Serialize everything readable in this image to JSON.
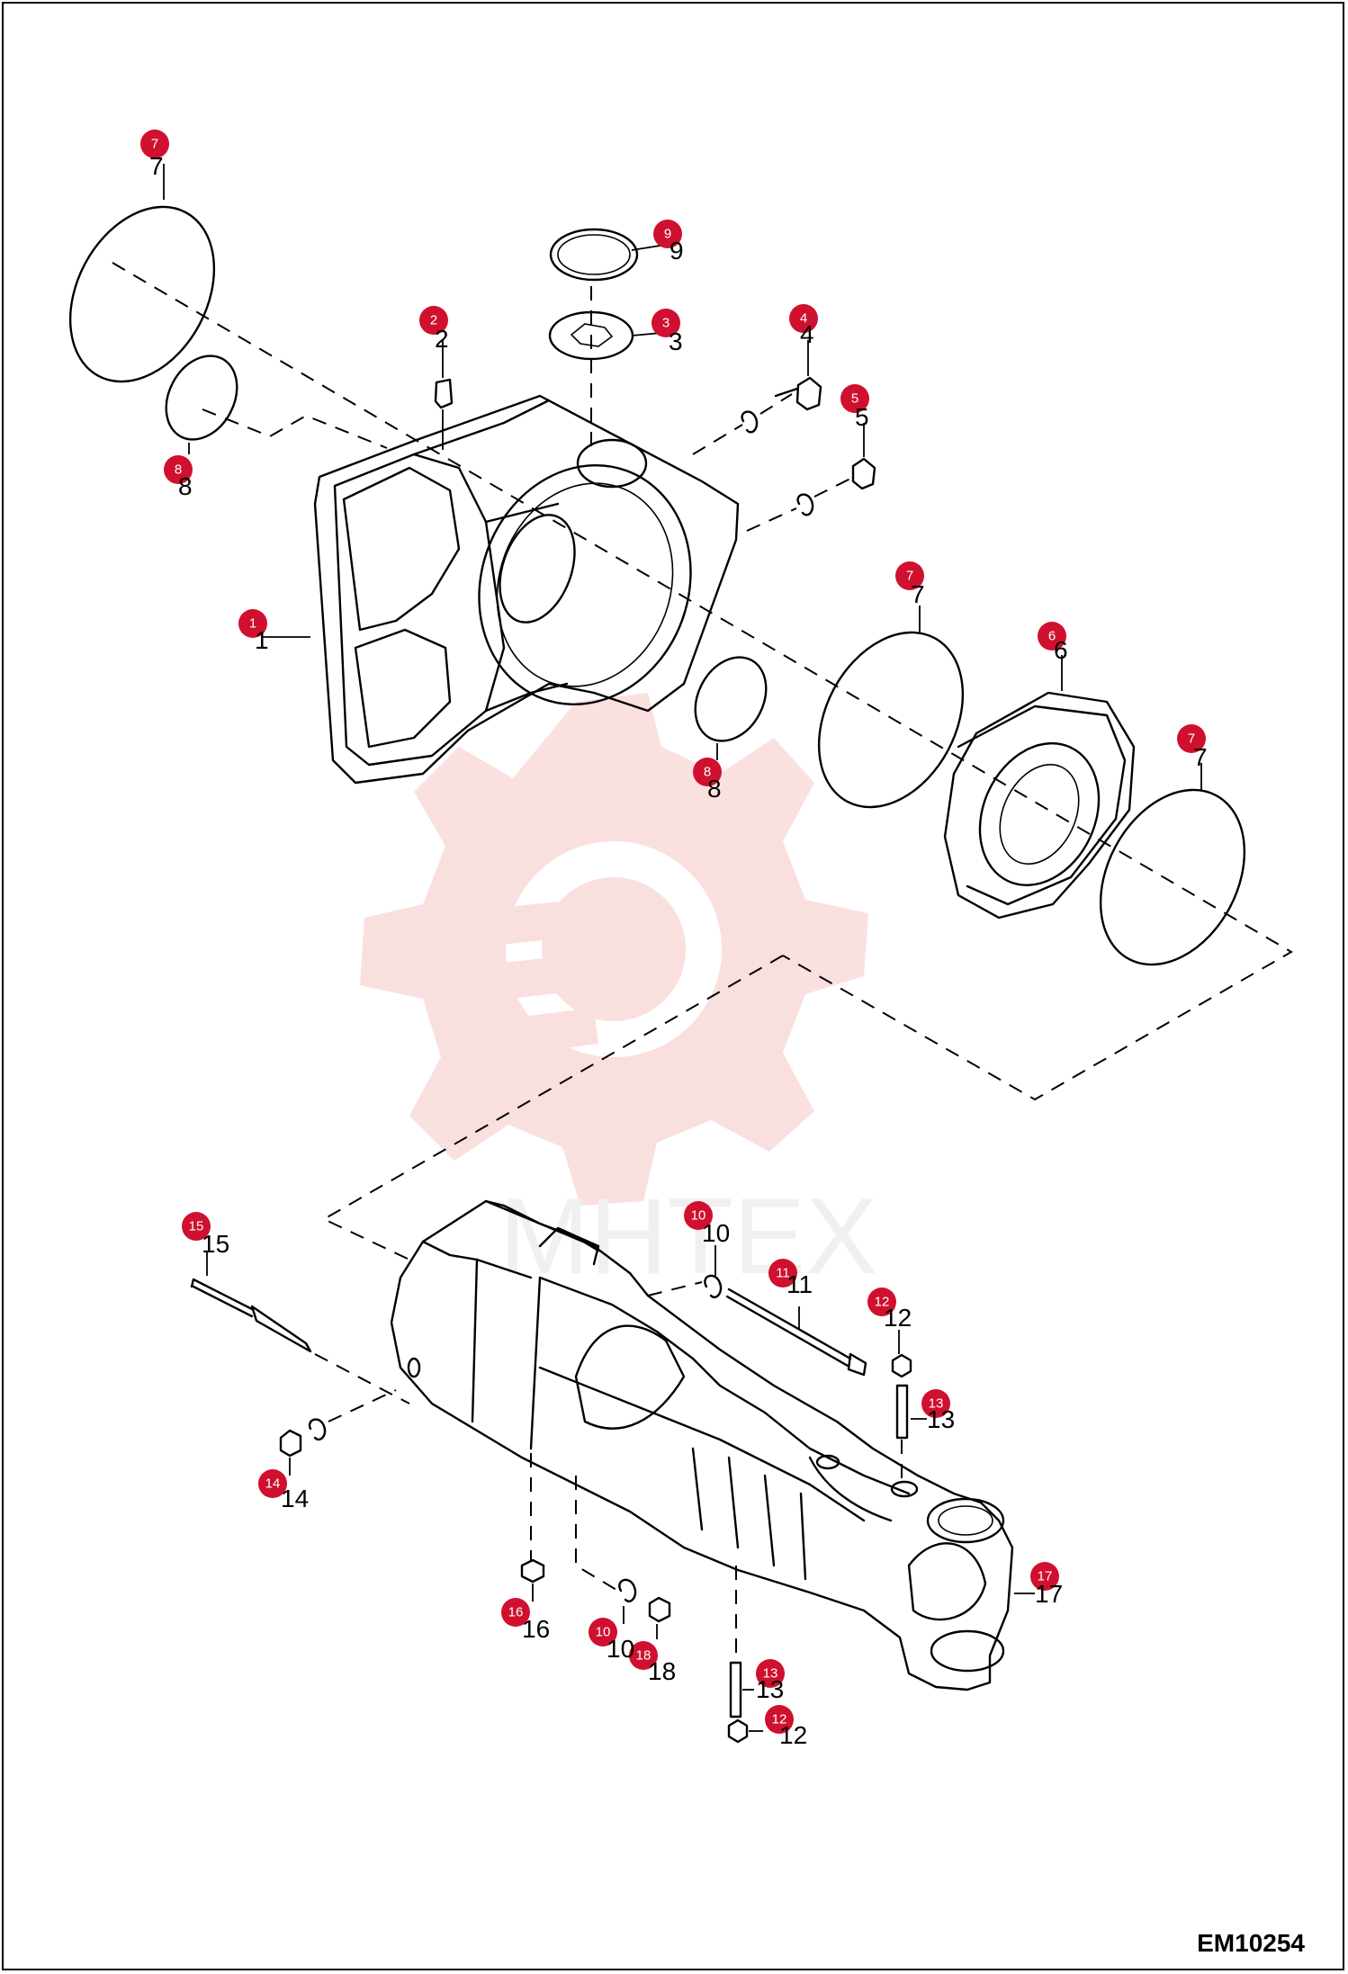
{
  "drawing_code": "EM10254",
  "watermark_text": "МНТЕХ",
  "callouts": [
    {
      "id": "c7a",
      "label": "7"
    },
    {
      "id": "c9",
      "label": "9"
    },
    {
      "id": "c2",
      "label": "2"
    },
    {
      "id": "c3",
      "label": "3"
    },
    {
      "id": "c4",
      "label": "4"
    },
    {
      "id": "c5",
      "label": "5"
    },
    {
      "id": "c8a",
      "label": "8"
    },
    {
      "id": "c1",
      "label": "1"
    },
    {
      "id": "c7b",
      "label": "7"
    },
    {
      "id": "c6",
      "label": "6"
    },
    {
      "id": "c7c",
      "label": "7"
    },
    {
      "id": "c8b",
      "label": "8"
    },
    {
      "id": "c15",
      "label": "15"
    },
    {
      "id": "c10a",
      "label": "10"
    },
    {
      "id": "c11",
      "label": "11"
    },
    {
      "id": "c12a",
      "label": "12"
    },
    {
      "id": "c13a",
      "label": "13"
    },
    {
      "id": "c14",
      "label": "14"
    },
    {
      "id": "c17",
      "label": "17"
    },
    {
      "id": "c16",
      "label": "16"
    },
    {
      "id": "c10b",
      "label": "10"
    },
    {
      "id": "c18",
      "label": "18"
    },
    {
      "id": "c13b",
      "label": "13"
    },
    {
      "id": "c12b",
      "label": "12"
    }
  ],
  "colors": {
    "callout_badge": "#d0102f",
    "watermark": "#f3b8b8",
    "line": "#000000"
  }
}
